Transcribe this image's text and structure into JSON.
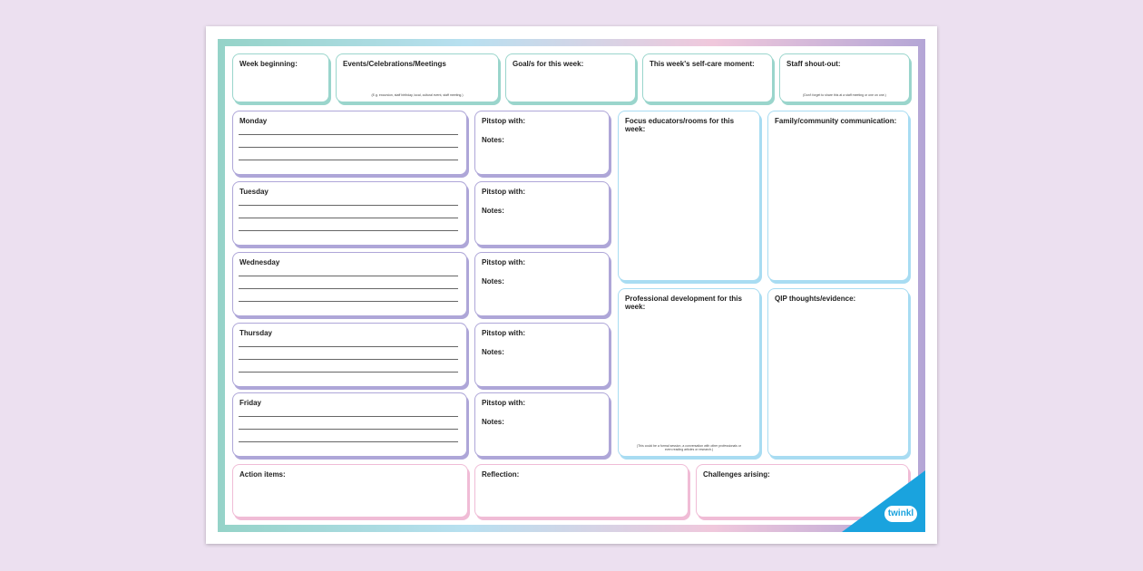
{
  "top": [
    {
      "title": "Week beginning:"
    },
    {
      "title": "Events/Celebrations/Meetings",
      "note": "(E.g. excursion, staff birthday, local, cultural event, staff meeting.)"
    },
    {
      "title": "Goal/s for this week:"
    },
    {
      "title": "This week's self-care moment:"
    },
    {
      "title": "Staff shout-out:",
      "note": "(Don't forget to share this at a staff meeting or one on one.)"
    }
  ],
  "days": [
    "Monday",
    "Tuesday",
    "Wednesday",
    "Thursday",
    "Friday"
  ],
  "pitstop": {
    "title": "Pitstop with:",
    "notes": "Notes:"
  },
  "right": {
    "focus": "Focus educators/rooms for this week:",
    "family": "Family/community communication:",
    "pd": "Professional development for this week:",
    "pd_note": "(This could be a formal session, a conversation with other professionals or even reading articles or research.)",
    "qip": "QIP thoughts/evidence:"
  },
  "bottom": {
    "action": "Action items:",
    "reflection": "Reflection:",
    "challenges": "Challenges arising:"
  },
  "logo": "twinkl",
  "colors": {
    "teal": "#9ad5cc",
    "purple": "#aea6d8",
    "blue": "#a8dcf2",
    "pink": "#f0bcd6",
    "brand": "#1aa3de"
  }
}
